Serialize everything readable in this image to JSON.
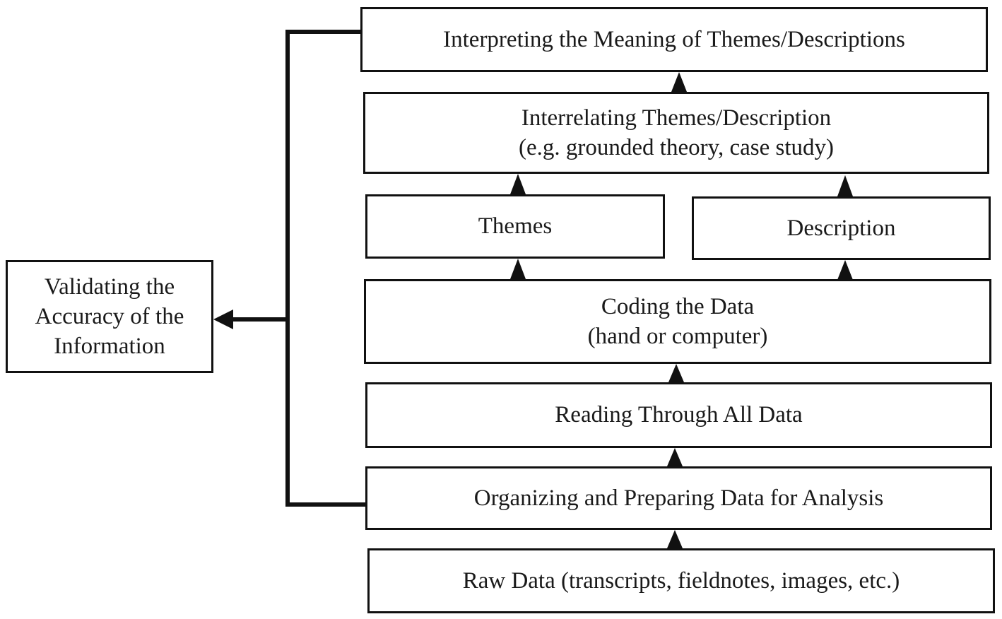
{
  "diagram": {
    "validating": {
      "lines": [
        "Validating the",
        "Accuracy of the",
        "Information"
      ]
    },
    "interpreting": {
      "lines": [
        "Interpreting the Meaning of Themes/Descriptions"
      ]
    },
    "interrelating": {
      "lines": [
        "Interrelating Themes/Description",
        "(e.g. grounded theory, case study)"
      ]
    },
    "themes": {
      "lines": [
        "Themes"
      ]
    },
    "description": {
      "lines": [
        "Description"
      ]
    },
    "coding": {
      "lines": [
        "Coding the Data",
        "(hand or computer)"
      ]
    },
    "reading": {
      "lines": [
        "Reading Through All Data"
      ]
    },
    "organizing": {
      "lines": [
        "Organizing and Preparing Data for Analysis"
      ]
    },
    "raw": {
      "lines": [
        "Raw Data (transcripts, fieldnotes, images, etc.)"
      ]
    },
    "line_color": "#111111"
  }
}
